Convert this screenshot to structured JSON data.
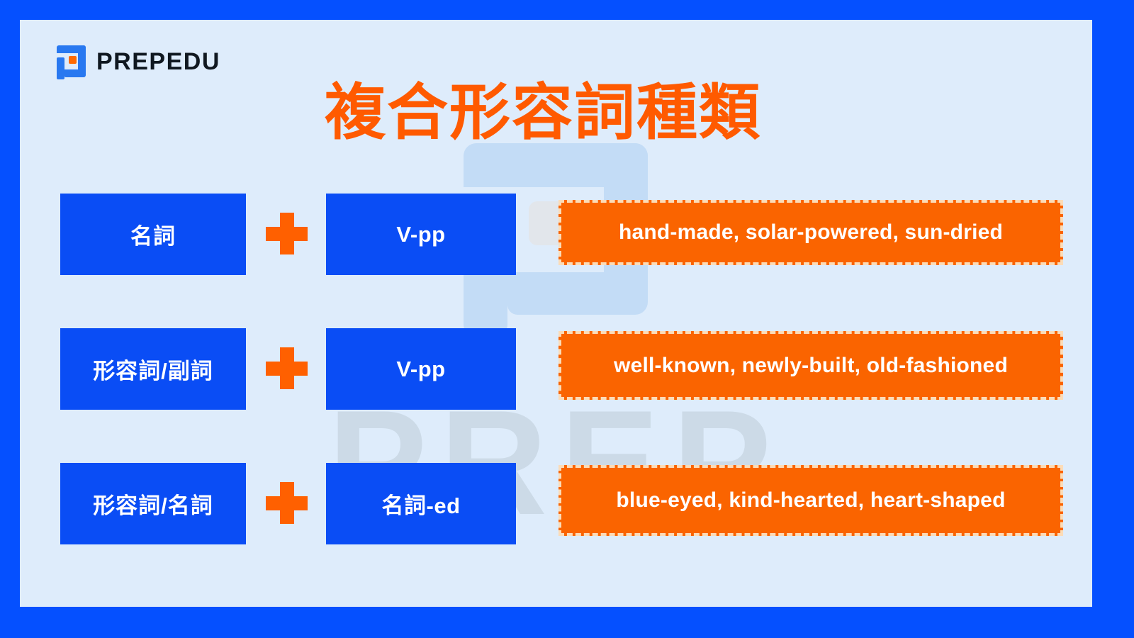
{
  "brand": {
    "logo_icon": "prepedu-p-logo-icon",
    "wordmark": "PREPEDU"
  },
  "header": {
    "title": "複合形容詞種類"
  },
  "watermark": {
    "mark_icon": "prep-p-logo-watermark-icon",
    "text": "PREP"
  },
  "colors": {
    "frame_blue": "#0550FF",
    "canvas_blue": "#DEECFB",
    "box_blue": "#0A4DF5",
    "accent_orange": "#FA6400",
    "title_orange": "#FF5A00",
    "dashed_border": "#FBDCB8",
    "watermark_blue": "#C3DCF6",
    "watermark_gray": "#C9D8E4"
  },
  "rows": [
    {
      "part_a": "名詞",
      "operator": "plus-icon",
      "part_b": "V-pp",
      "examples": "hand-made, solar-powered, sun-dried"
    },
    {
      "part_a": "形容詞/副詞",
      "operator": "plus-icon",
      "part_b": "V-pp",
      "examples": "well-known, newly-built, old-fashioned"
    },
    {
      "part_a": "形容詞/名詞",
      "operator": "plus-icon",
      "part_b": "名詞-ed",
      "examples": "blue-eyed, kind-hearted, heart-shaped"
    }
  ]
}
